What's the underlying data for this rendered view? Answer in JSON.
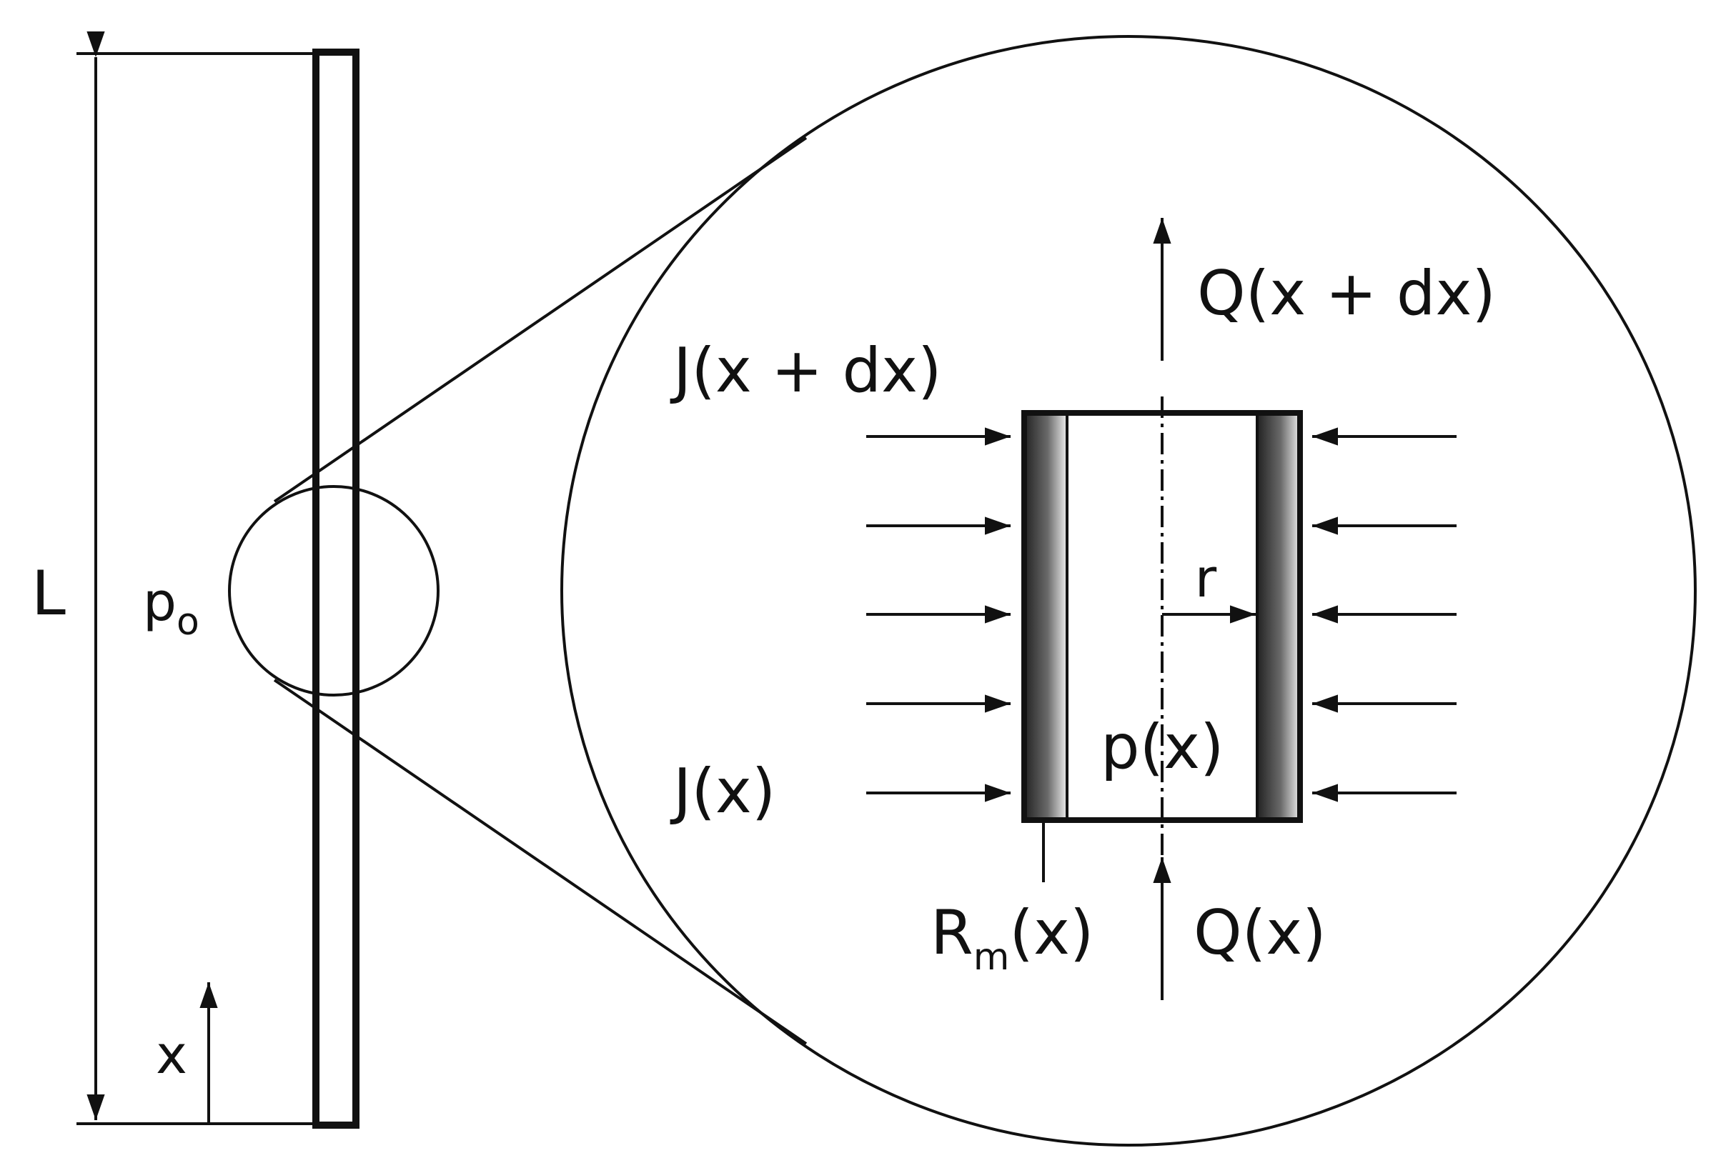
{
  "labels": {
    "length": "L",
    "outer_pressure": "p",
    "outer_pressure_sub": "o",
    "axis": "x",
    "flow_top": "Q(x + dx)",
    "flux_top": "J(x + dx)",
    "flux_bottom": "J(x)",
    "radius": "r",
    "inner_pressure": "p(x)",
    "resistance": "R",
    "resistance_sub": "m",
    "resistance_arg": "(x)",
    "flow_bottom": "Q(x)"
  },
  "colors": {
    "line": "#111111",
    "wall_dark": "#2a2a2a",
    "wall_light": "#e6e6e6"
  }
}
